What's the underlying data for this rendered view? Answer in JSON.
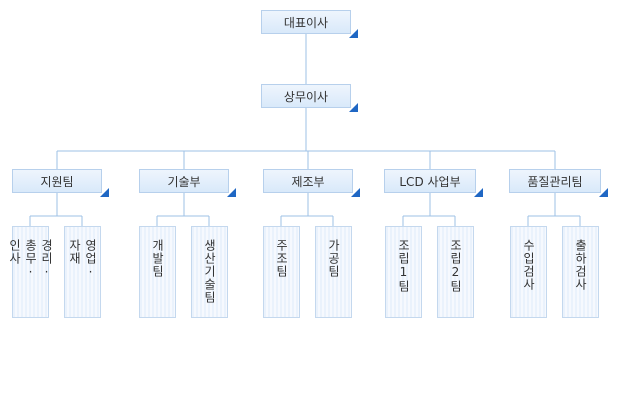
{
  "ceo": {
    "label": "대표이사"
  },
  "director": {
    "label": "상무이사"
  },
  "departments": [
    {
      "label": "지원팀",
      "teams": [
        {
          "lines": [
            "경리·",
            "총무·",
            "인사"
          ]
        },
        {
          "lines": [
            "영업·",
            "자재"
          ]
        }
      ]
    },
    {
      "label": "기술부",
      "teams": [
        {
          "lines": [
            "개발팀"
          ]
        },
        {
          "lines": [
            "생산기술팀"
          ]
        }
      ]
    },
    {
      "label": "제조부",
      "teams": [
        {
          "lines": [
            "주조팀"
          ]
        },
        {
          "lines": [
            "가공팀"
          ]
        }
      ]
    },
    {
      "label": "LCD 사업부",
      "teams": [
        {
          "lines": [
            "조립1팀"
          ]
        },
        {
          "lines": [
            "조립2팀"
          ]
        }
      ]
    },
    {
      "label": "품질관리팀",
      "teams": [
        {
          "lines": [
            "수입검사"
          ]
        },
        {
          "lines": [
            "출하검사"
          ]
        }
      ]
    }
  ],
  "colors": {
    "connector": "#9ec1e6",
    "node_border": "#b7d0ec",
    "corner_marker": "#1f67c4"
  }
}
